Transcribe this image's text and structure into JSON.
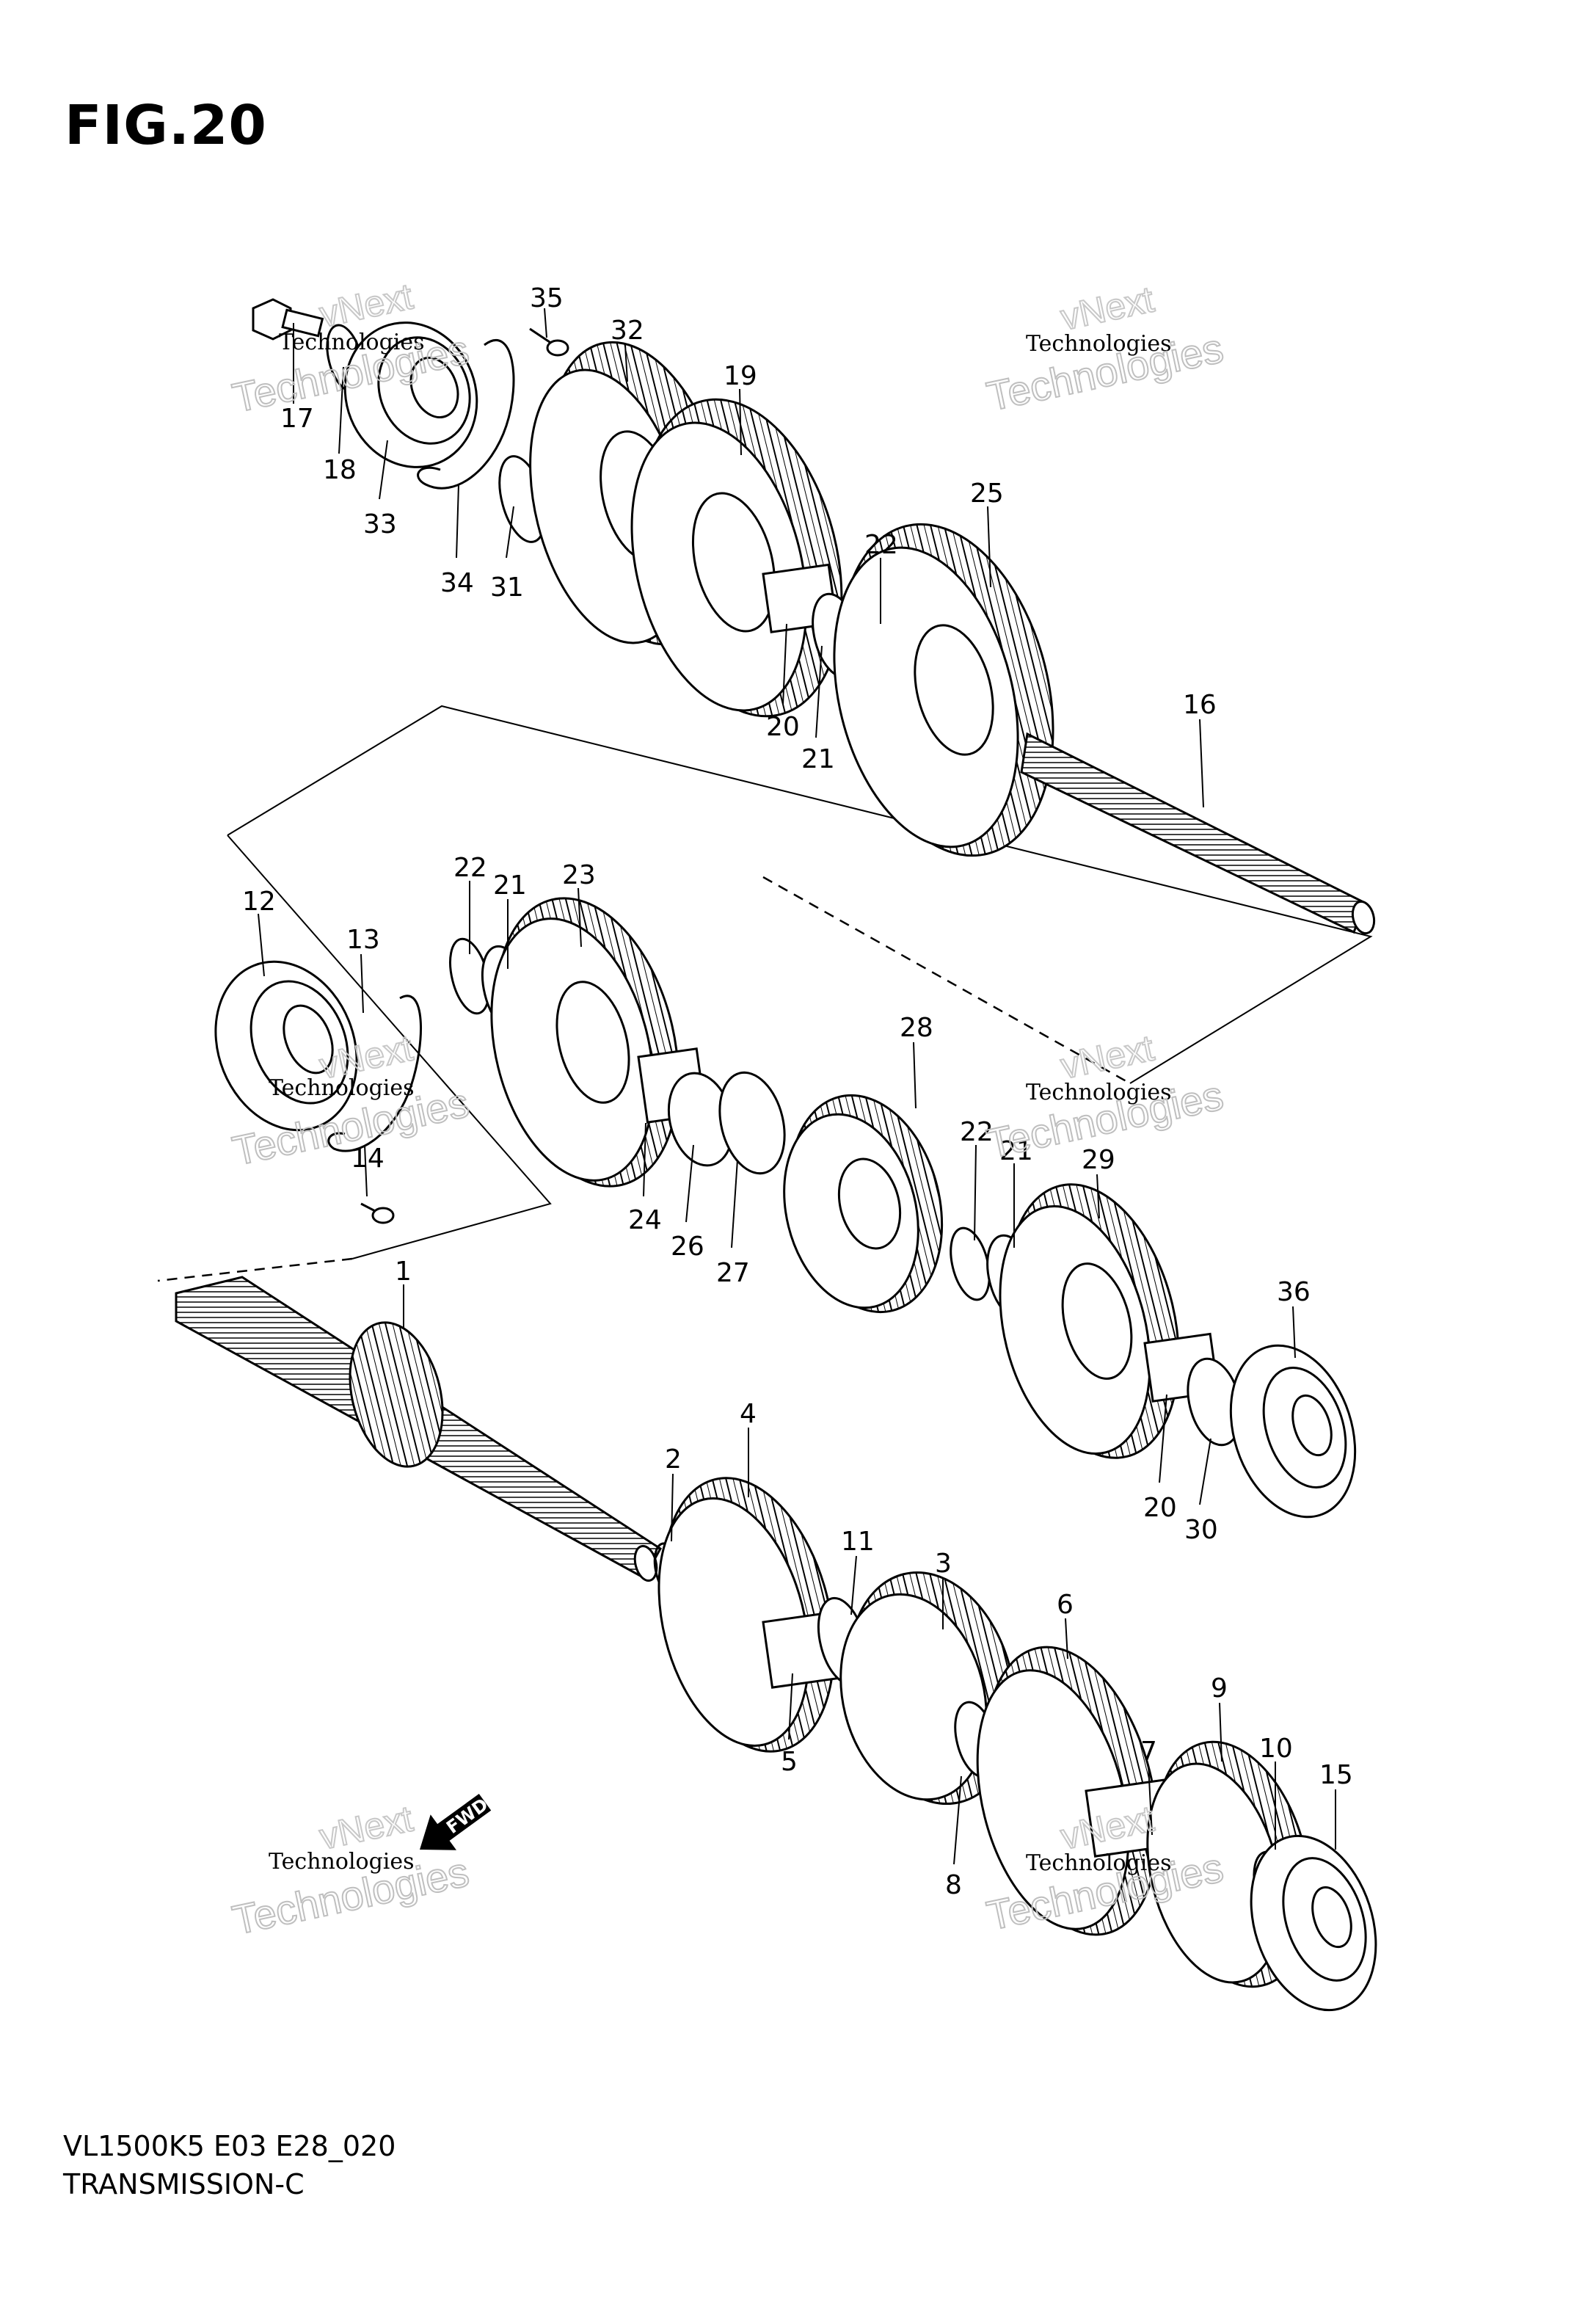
{
  "figure": {
    "title": "FIG.20"
  },
  "footer": {
    "model_code": "VL1500K5 E03 E28_020",
    "section_name": "TRANSMISSION-C"
  },
  "watermark": {
    "line1": "vNext",
    "line2": "Technologies",
    "line3": "Technologies"
  },
  "fwd_label": "FWD",
  "callouts": [
    {
      "id": "c1",
      "text": "1"
    },
    {
      "id": "c2",
      "text": "2"
    },
    {
      "id": "c3",
      "text": "3"
    },
    {
      "id": "c4",
      "text": "4"
    },
    {
      "id": "c5",
      "text": "5"
    },
    {
      "id": "c6",
      "text": "6"
    },
    {
      "id": "c7",
      "text": "7"
    },
    {
      "id": "c8",
      "text": "8"
    },
    {
      "id": "c9",
      "text": "9"
    },
    {
      "id": "c10",
      "text": "10"
    },
    {
      "id": "c11",
      "text": "11"
    },
    {
      "id": "c12",
      "text": "12"
    },
    {
      "id": "c13",
      "text": "13"
    },
    {
      "id": "c14",
      "text": "14"
    },
    {
      "id": "c15",
      "text": "15"
    },
    {
      "id": "c16",
      "text": "16"
    },
    {
      "id": "c17",
      "text": "17"
    },
    {
      "id": "c18",
      "text": "18"
    },
    {
      "id": "c19",
      "text": "19"
    },
    {
      "id": "c20a",
      "text": "20"
    },
    {
      "id": "c20b",
      "text": "20"
    },
    {
      "id": "c21a",
      "text": "21"
    },
    {
      "id": "c21b",
      "text": "21"
    },
    {
      "id": "c21c",
      "text": "21"
    },
    {
      "id": "c22a",
      "text": "22"
    },
    {
      "id": "c22b",
      "text": "22"
    },
    {
      "id": "c22c",
      "text": "22"
    },
    {
      "id": "c23",
      "text": "23"
    },
    {
      "id": "c24",
      "text": "24"
    },
    {
      "id": "c25",
      "text": "25"
    },
    {
      "id": "c26",
      "text": "26"
    },
    {
      "id": "c27",
      "text": "27"
    },
    {
      "id": "c28",
      "text": "28"
    },
    {
      "id": "c29",
      "text": "29"
    },
    {
      "id": "c30",
      "text": "30"
    },
    {
      "id": "c31",
      "text": "31"
    },
    {
      "id": "c32",
      "text": "32"
    },
    {
      "id": "c33",
      "text": "33"
    },
    {
      "id": "c34",
      "text": "34"
    },
    {
      "id": "c35",
      "text": "35"
    },
    {
      "id": "c36",
      "text": "36"
    }
  ]
}
